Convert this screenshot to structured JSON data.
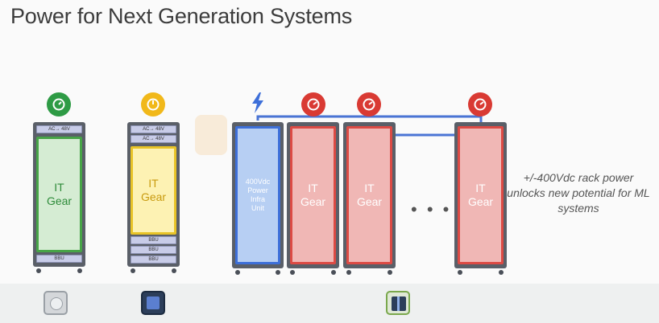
{
  "title": "Power for Next Generation Systems",
  "racks": [
    {
      "top_label": "AC→ 48V",
      "body": [
        "IT",
        "Gear"
      ],
      "bottom_label": "BBU",
      "icon": "green-gauge-icon"
    },
    {
      "top_labels": [
        "AC→ 48V",
        "AC→ 48V"
      ],
      "body": [
        "IT",
        "Gear"
      ],
      "bottom_labels": [
        "BBU",
        "BBU",
        "BBU"
      ],
      "icon": "yellow-gauge-icon"
    },
    {
      "body": [
        "400Vdc",
        "Power",
        "Infra",
        "Unit"
      ],
      "icon": "lightning-bolt-icon"
    },
    {
      "body": [
        "IT",
        "Gear"
      ],
      "icon": "red-gauge-icon"
    },
    {
      "body": [
        "IT",
        "Gear"
      ],
      "icon": "red-gauge-icon"
    },
    {
      "body": [
        "IT",
        "Gear"
      ],
      "icon": "red-gauge-icon"
    }
  ],
  "ellipsis": "• • •",
  "caption": "+/-400Vdc rack power unlocks new potential for ML systems",
  "colors": {
    "green_fill": "#d5ecd3",
    "green_border": "#47a447",
    "yellow_fill": "#fdf2b3",
    "yellow_border": "#e8c327",
    "blue_fill": "#b7cff3",
    "blue_border": "#3d6fd9",
    "red_fill": "#f0b7b5",
    "red_border": "#dc4a44",
    "bus_line": "#4a74d4"
  }
}
